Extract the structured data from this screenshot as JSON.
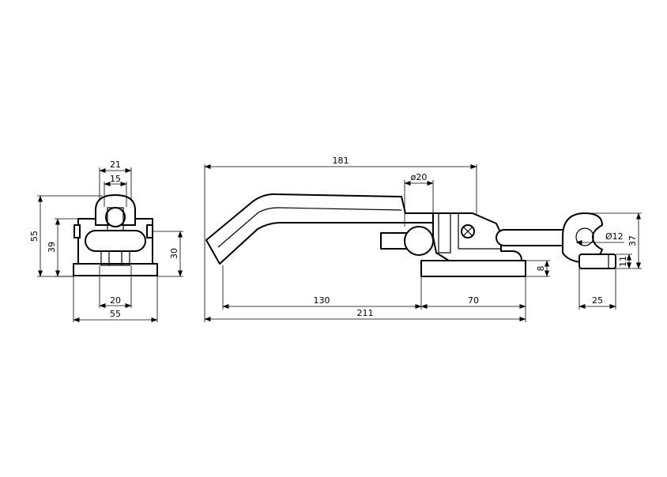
{
  "dimensions": {
    "front_top_width": "21",
    "front_inner_width": "15",
    "front_base_inner": "20",
    "front_base_width": "55",
    "front_height_total": "55",
    "front_height_mid": "39",
    "front_height_right": "30",
    "side_total_length": "181",
    "side_pin_diameter": "ø20",
    "side_handle_length": "130",
    "side_base_length": "70",
    "side_overall_length": "211",
    "side_base_thickness": "8",
    "hook_diameter": "Ø12",
    "hook_height": "37",
    "hook_plate_height": "11",
    "hook_plate_width": "25"
  }
}
